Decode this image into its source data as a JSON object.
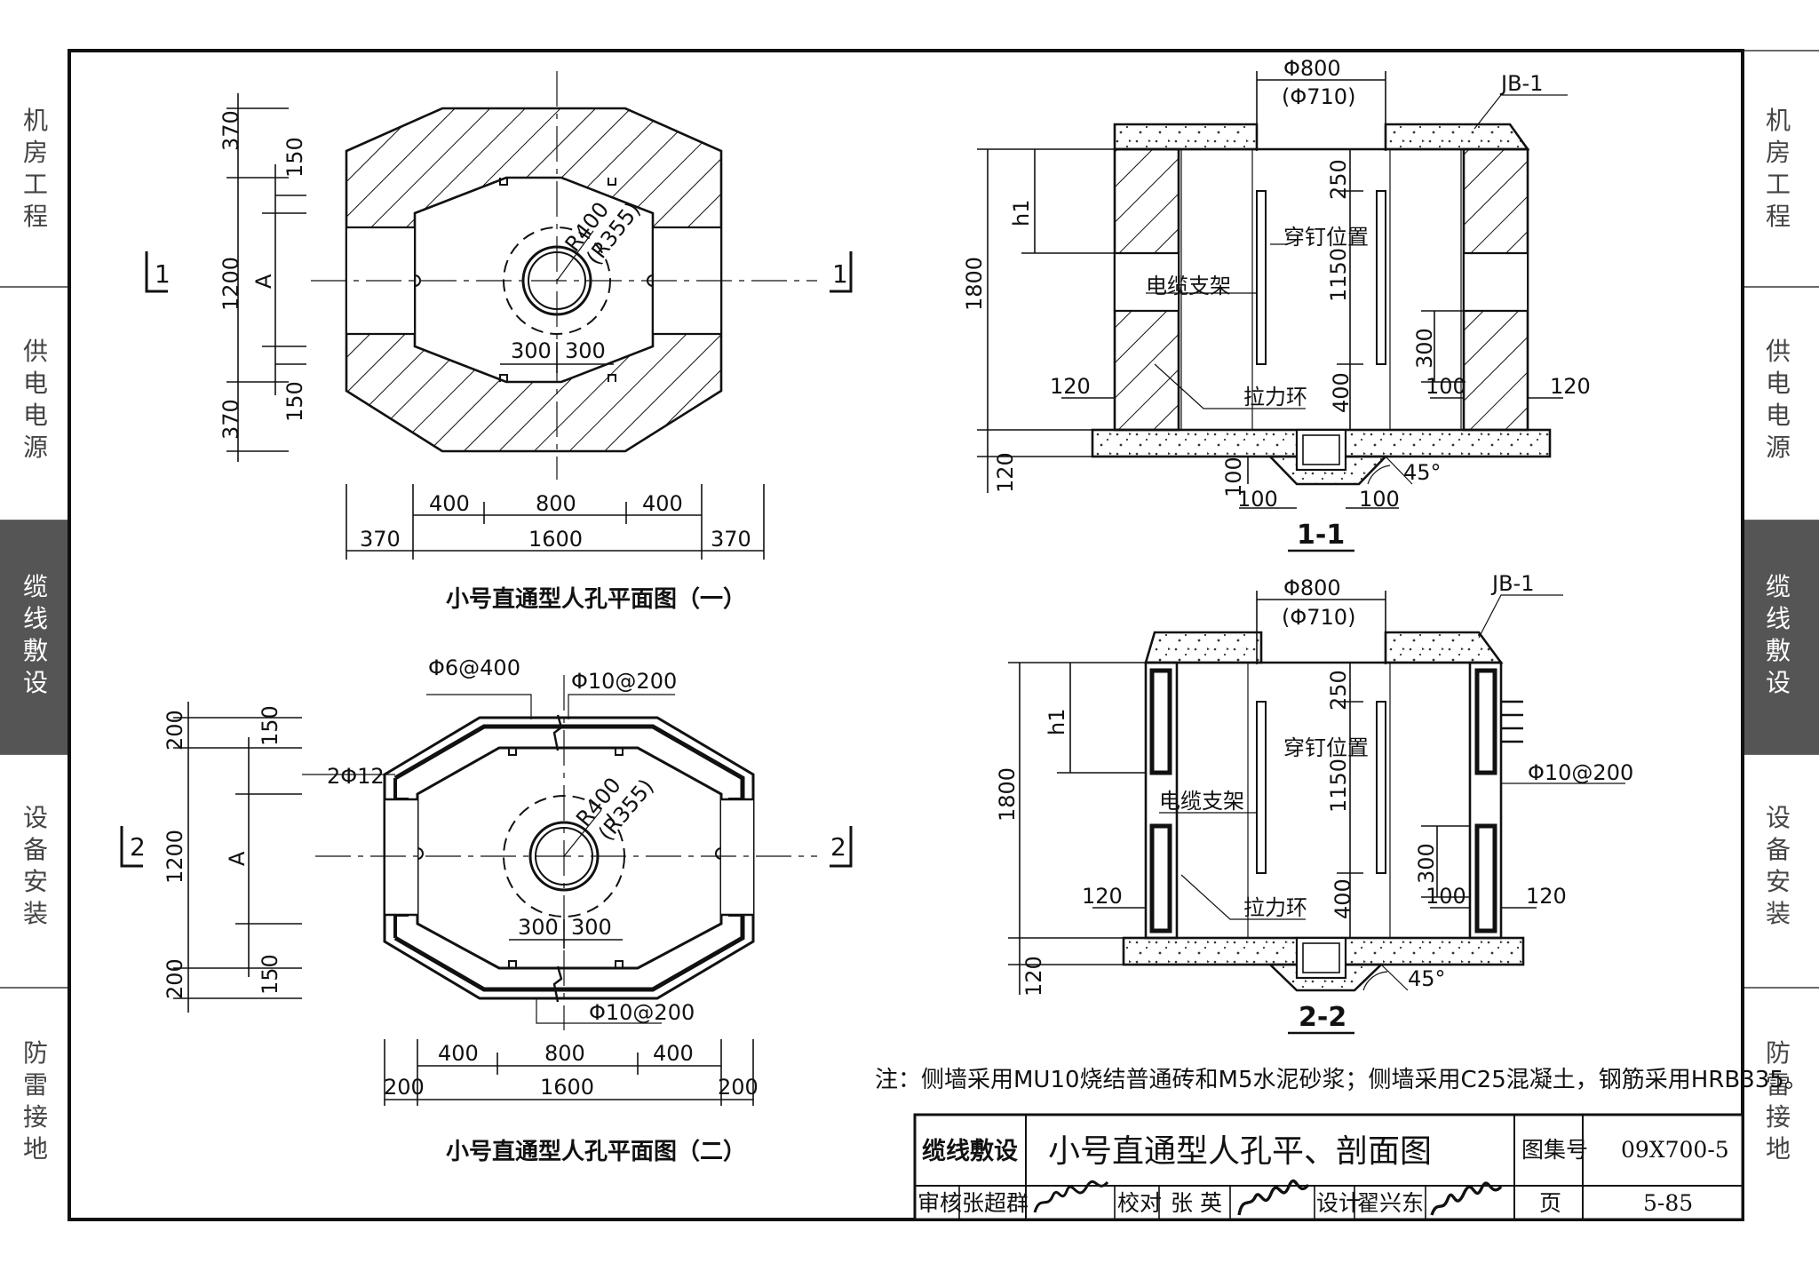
{
  "sidebar": {
    "left": [
      "机房工程",
      "供电电源",
      "缆线敷设",
      "设备安装",
      "防雷接地"
    ],
    "right": [
      "机房工程",
      "供电电源",
      "缆线敷设",
      "设备安装",
      "防雷接地"
    ],
    "active": "缆线敷设",
    "active_color": "#555555"
  },
  "plan1": {
    "caption": "小号直通型人孔平面图（一）",
    "section_mark": "1",
    "radius": "R400",
    "radius_inner": "(R355)",
    "dims": {
      "top_wall": "370",
      "top_gap": "150",
      "mid": "1200",
      "a": "A",
      "bot_gap": "150",
      "bot_wall": "370",
      "left": "400",
      "center": "800",
      "right": "400",
      "wall_left": "370",
      "span": "1600",
      "wall_right": "370",
      "offset_l": "300",
      "offset_r": "300"
    }
  },
  "plan2": {
    "caption": "小号直通型人孔平面图（二）",
    "section_mark": "2",
    "radius": "R400",
    "radius_inner": "(R355)",
    "rebar_top": "Φ6@400",
    "rebar_top2": "Φ10@200",
    "rebar_side": "2Φ12",
    "rebar_bottom": "Φ10@200",
    "dims": {
      "top_wall": "200",
      "top_gap": "150",
      "mid": "1200",
      "a": "A",
      "bot_wall": "200",
      "bot_gap": "150",
      "left": "400",
      "center": "800",
      "right": "400",
      "wall_left": "200",
      "span": "1600",
      "wall_right": "200",
      "offset_l": "300",
      "offset_r": "300"
    }
  },
  "section1": {
    "caption": "1-1",
    "opening": "Φ800",
    "opening_inner": "(Φ710)",
    "cover": "JB-1",
    "h1": "h1",
    "height": "1800",
    "top": "250",
    "mid": "1150",
    "bot": "400",
    "nail": "穿钉位置",
    "bracket": "电缆支架",
    "ring": "拉力环",
    "dim_300": "300",
    "dim_120_l": "120",
    "dim_100": "100",
    "dim_120_r": "120",
    "base": "120",
    "sump_d": "100",
    "sump_l": "100",
    "sump_r": "100",
    "angle": "45°"
  },
  "section2": {
    "caption": "2-2",
    "opening": "Φ800",
    "opening_inner": "(Φ710)",
    "cover": "JB-1",
    "h1": "h1",
    "height": "1800",
    "top": "250",
    "mid": "1150",
    "bot": "400",
    "nail": "穿钉位置",
    "bracket": "电缆支架",
    "ring": "拉力环",
    "rebar": "Φ10@200",
    "dim_300": "300",
    "dim_120_l": "120",
    "dim_100": "100",
    "dim_120_r": "120",
    "base": "120",
    "angle": "45°"
  },
  "note": "注：侧墙采用MU10烧结普通砖和M5水泥砂浆；侧墙采用C25混凝土，钢筋采用HRB335。",
  "title_block": {
    "category": "缆线敷设",
    "title": "小号直通型人孔平、剖面图",
    "atlas_label": "图集号",
    "atlas_no": "09X700-5",
    "review_label": "审核",
    "reviewer": "张超群",
    "check_label": "校对",
    "checker": "张 英",
    "design_label": "设计",
    "designer": "翟兴东",
    "page_label": "页",
    "page_no": "5-85"
  }
}
